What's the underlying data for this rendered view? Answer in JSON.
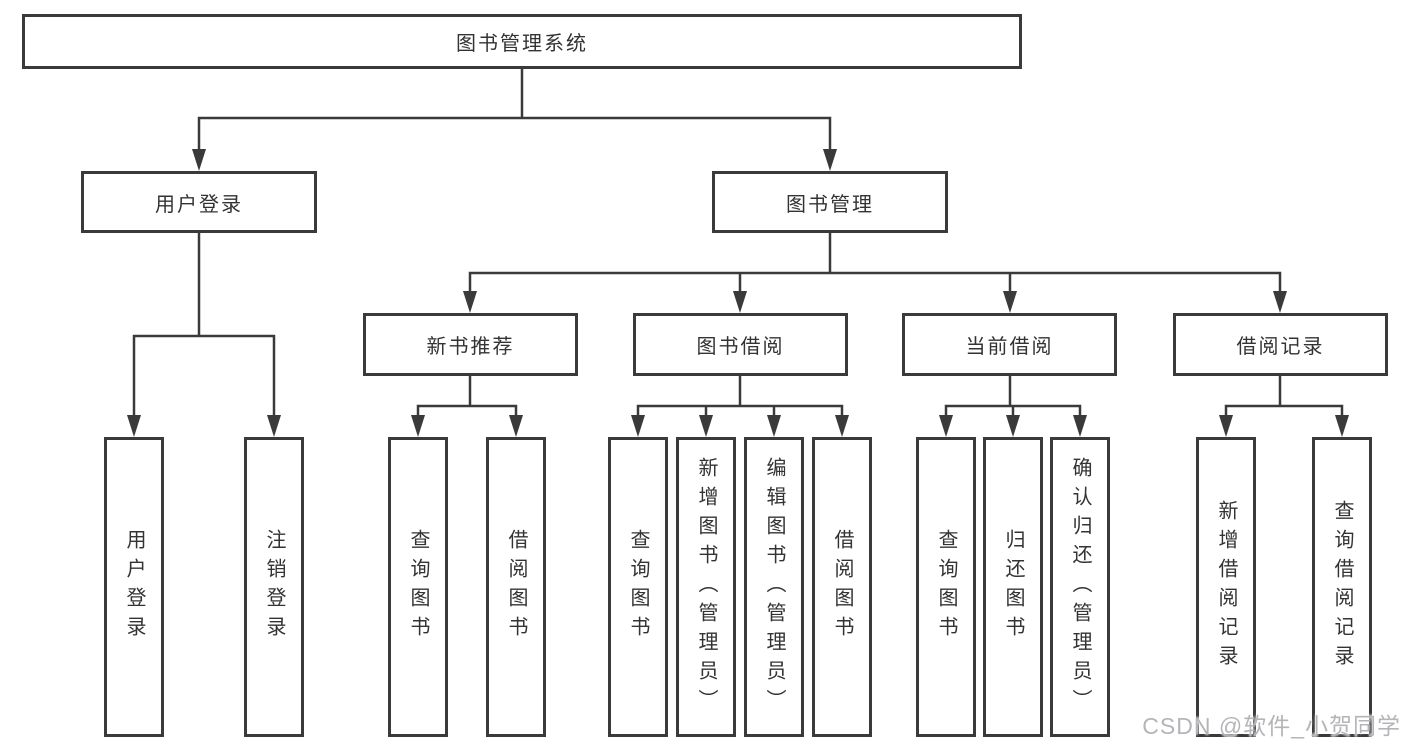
{
  "tree": {
    "label": "图书管理系统",
    "children": [
      {
        "label": "用户登录",
        "children": [
          {
            "label": "用户登录"
          },
          {
            "label": "注销登录"
          }
        ]
      },
      {
        "label": "图书管理",
        "children": [
          {
            "label": "新书推荐",
            "children": [
              {
                "label": "查询图书"
              },
              {
                "label": "借阅图书"
              }
            ]
          },
          {
            "label": "图书借阅",
            "children": [
              {
                "label": "查询图书"
              },
              {
                "label": "新增图书（管理员）"
              },
              {
                "label": "编辑图书（管理员）"
              },
              {
                "label": "借阅图书"
              }
            ]
          },
          {
            "label": "当前借阅",
            "children": [
              {
                "label": "查询图书"
              },
              {
                "label": "归还图书"
              },
              {
                "label": "确认归还（管理员）"
              }
            ]
          },
          {
            "label": "借阅记录",
            "children": [
              {
                "label": "新增借阅记录"
              },
              {
                "label": "查询借阅记录"
              }
            ]
          }
        ]
      }
    ]
  },
  "watermark": "CSDN @软件_小贺同学",
  "colors": {
    "line": "#3a3a3a",
    "text": "#333333",
    "watermark": "#b5b5b9",
    "background": "#ffffff"
  }
}
